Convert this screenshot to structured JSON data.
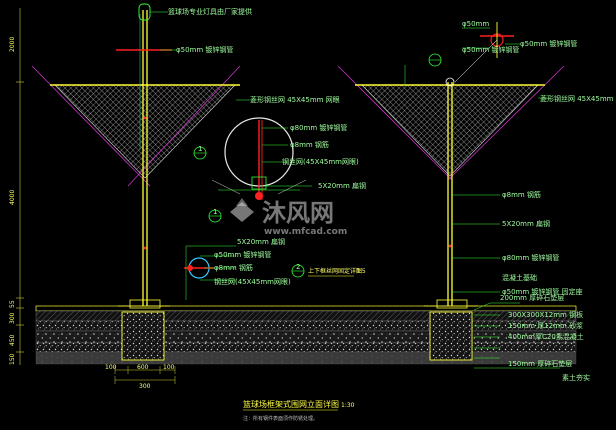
{
  "drawing": {
    "title": "篮球场框架式围网立面详图",
    "scale": "1:30",
    "note": "注：所有钢件表面须作防锈处理。",
    "detail_title": "上下框丝网固定详图",
    "detail_scale": "1:5"
  },
  "labels": {
    "top_fixture": "篮球场专业灯具由厂家提供",
    "pipe_top": "φ50mm 镀锌钢管",
    "mesh_left": "菱形钢丝网 45X45mm 网眼",
    "ring_pipe": "φ80mm 镀锌钢管",
    "rebar": "φ8mm 钢筋",
    "mesh_ring": "钢丝网(45X45mm网眼)",
    "flat_steel_left": "5X20mm 扁钢",
    "flat_steel_detail": "5X20mm 扁钢",
    "pipe_detail": "φ50mm 镀锌钢管",
    "rebar_detail": "φ8mm 钢筋",
    "mesh_detail": "钢丝网(45X45mm网眼)",
    "top_r1": "φ50mm",
    "top_r2": "φ50mm 镀锌钢管",
    "pipe_right": "φ50mm 镀锌钢管",
    "mesh_right": "菱形钢丝网 45X45mm 网眼",
    "rebar_right": "φ8mm 钢筋",
    "flat_steel_right": "5X20mm 扁钢",
    "pipe_right_low": "φ80mm 镀锌钢管",
    "lowpipe_right": "φ50mm 镀锌钢管 固定座",
    "anchor": "混凝土基础",
    "layer1": "200mm 厚碎石垫层",
    "layer2": "300X300X12mm 钢板",
    "layer3": "150mm 厚12mm 砂浆",
    "layer4": "400mm厚C20素混凝土",
    "layer5": "150mm 厚碎石垫层",
    "layer6": "素土夯实"
  },
  "dimensions": {
    "h1": "2000",
    "h2": "4000",
    "h3": "55",
    "h4": "300",
    "h5": "450",
    "h6": "150",
    "w1": "100",
    "w2": "600",
    "w3": "100",
    "w4": "300"
  },
  "detail_markers": [
    "1",
    "1",
    "2"
  ],
  "watermark": {
    "brand": "沐风网",
    "url": "www.mfcad.com"
  },
  "colors": {
    "background": "#000000",
    "pipe": "#ffff33",
    "mesh": "#e0e0e0",
    "leader": "#33ff33",
    "cone": "#cc33cc",
    "red": "#ff2020",
    "cyan": "#33cccc"
  }
}
